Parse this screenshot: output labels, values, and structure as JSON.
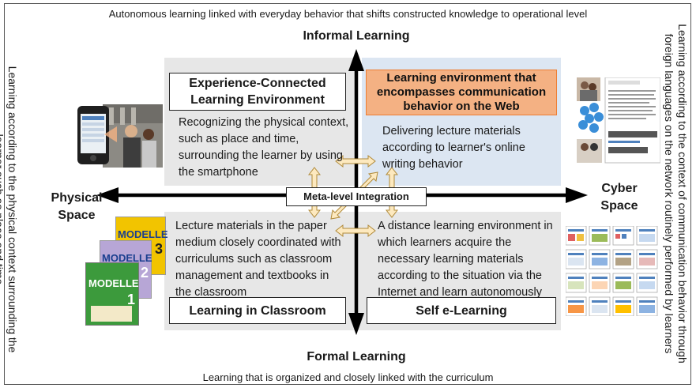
{
  "top_note": "Autonomous learning linked with everyday behavior that shifts constructed knowledge to operational level",
  "bottom_note": "Learning that is organized and closely linked with the curriculum",
  "axes": {
    "top": "Informal Learning",
    "bottom": "Formal Learning",
    "left": "Physical Space",
    "right": "Cyber Space"
  },
  "side_notes": {
    "left": "Learning according to the physical context surrounding the learner such as place and time",
    "right": "Learning according to the context of communication behavior through foreign languages on the network routinely performed by learners"
  },
  "center_label": "Meta-level Integration",
  "quadrants": {
    "top_left": {
      "title": "Experience-Connected Learning Environment",
      "text": "Recognizing the physical context, such as place and time, surrounding the learner by using the smartphone"
    },
    "top_right": {
      "title": "Learning environment that encompasses communication behavior on the Web",
      "text": "Delivering lecture materials according to learner's online writing behavior"
    },
    "bottom_left": {
      "title": "Learning in Classroom",
      "text": "Lecture materials in the paper medium closely coordinated with curriculums such as classroom management and textbooks in the classroom"
    },
    "bottom_right": {
      "title": "Self e-Learning",
      "text": "A distance learning environment in which learners acquire the necessary learning materials according to the situation via the Internet and learn autonomously"
    }
  },
  "textbook_covers": [
    {
      "title": "MODELLE",
      "number": "3"
    },
    {
      "title": "MODELLE",
      "number": "2"
    },
    {
      "title": "MODELLE",
      "number": "1"
    }
  ],
  "colors": {
    "quadrant_gray": "#e7e7e7",
    "quadrant_blue": "#dce6f2",
    "web_title_fill": "#f4b183",
    "arrow_fill": "#fde9bf"
  }
}
